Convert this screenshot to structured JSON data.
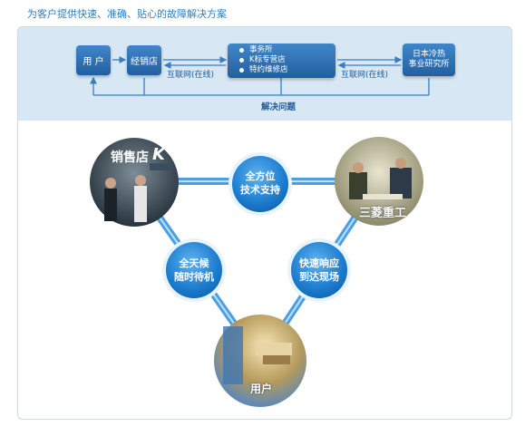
{
  "header": {
    "title": "为客户提供快速、准确、贴心的故障解决方案"
  },
  "flow": {
    "user": "用 户",
    "dealer": "经销店",
    "center_items": [
      "事务所",
      "K标专营店",
      "特约维修店"
    ],
    "jp_line1": "日本冷热",
    "jp_line2": "事业研究所",
    "internet_left": "互联网(在线)",
    "internet_right": "互联网(在线)",
    "resolve": "解决问题"
  },
  "triangle": {
    "node_top_line1": "全方位",
    "node_top_line2": "技术支持",
    "node_left_line1": "全天候",
    "node_left_line2": "随时待机",
    "node_right_line1": "快速响应",
    "node_right_line2": "到达现场",
    "photo_store_label": "销售店",
    "photo_store_k": "K",
    "photo_mhi_label": "三菱重工",
    "photo_user_label": "用户"
  },
  "colors": {
    "accent": "#2f7fc0",
    "box": "#2b6db0",
    "line": "#3a8fd6",
    "band": "#d7e8f4"
  }
}
